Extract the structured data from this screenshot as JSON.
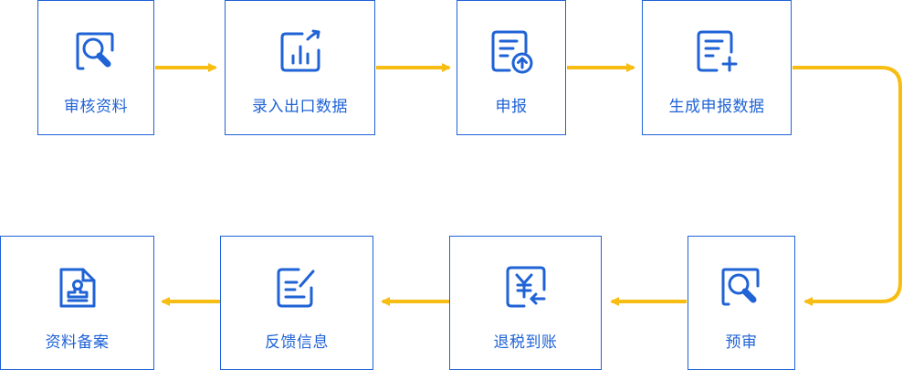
{
  "colors": {
    "border": "#1f63d6",
    "text": "#1f63d6",
    "arrow": "#f7bd12"
  },
  "steps": [
    {
      "label": "审核资料",
      "icon": "search-document-icon"
    },
    {
      "label": "录入出口数据",
      "icon": "chart-entry-icon"
    },
    {
      "label": "申报",
      "icon": "upload-document-icon"
    },
    {
      "label": "生成申报数据",
      "icon": "add-document-icon"
    },
    {
      "label": "预审",
      "icon": "search-document-icon"
    },
    {
      "label": "退税到账",
      "icon": "yuan-refund-icon"
    },
    {
      "label": "反馈信息",
      "icon": "edit-note-icon"
    },
    {
      "label": "资料备案",
      "icon": "stamp-document-icon"
    }
  ]
}
